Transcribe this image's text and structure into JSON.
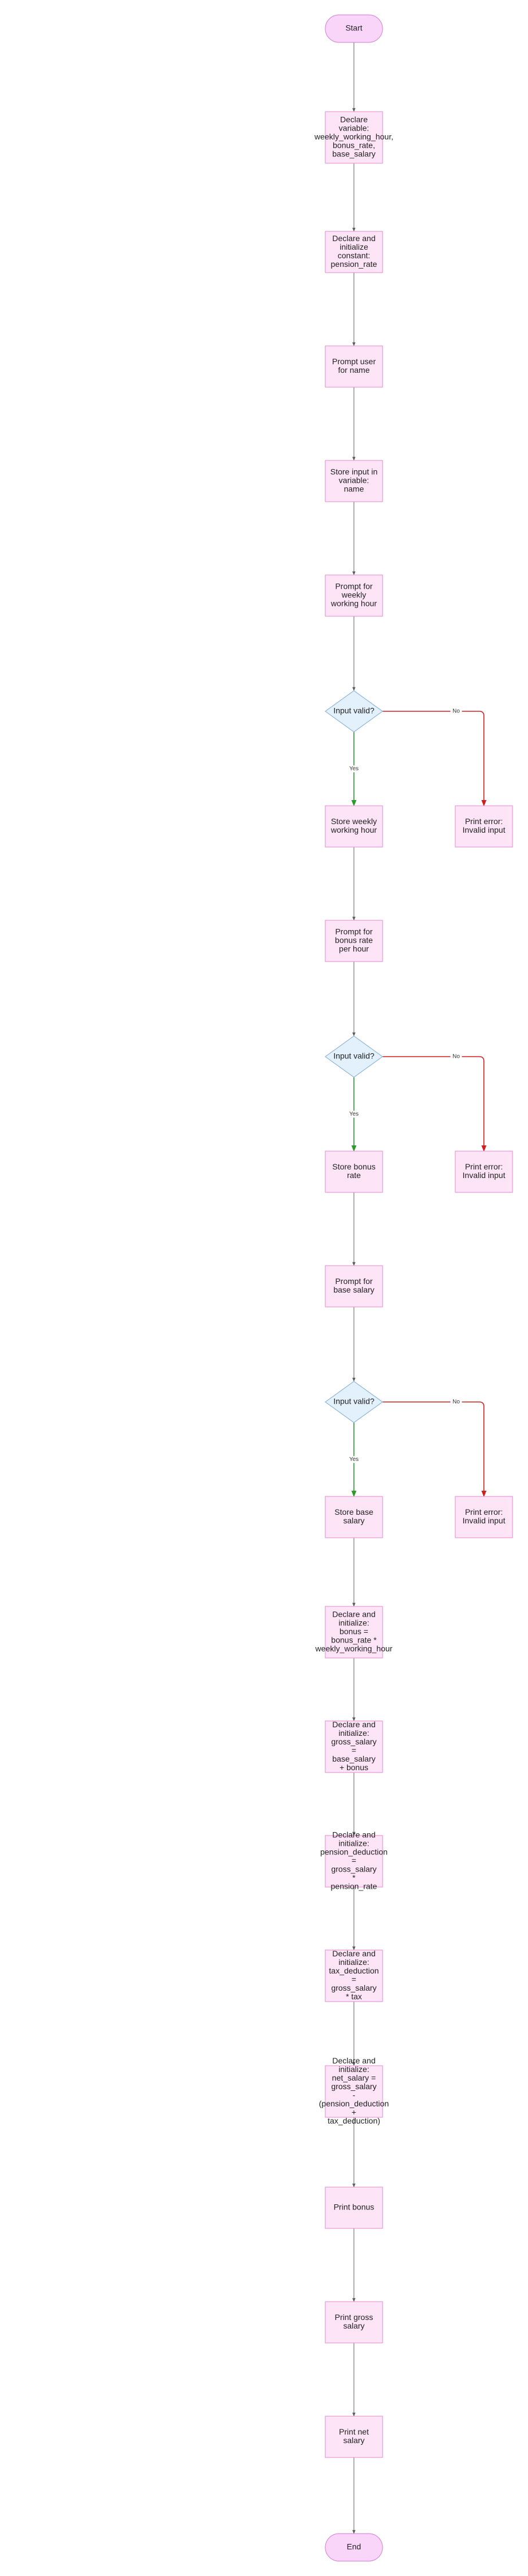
{
  "colors": {
    "terminal_fill": "#f9d6f9",
    "terminal_stroke": "#d88ed8",
    "process_fill": "#fde4f7",
    "process_stroke": "#e89ad6",
    "decision_fill": "#e3f1fc",
    "decision_stroke": "#8fb6d9",
    "edge": "#5f5f5f",
    "edge_yes": "#2e9a2e",
    "edge_no": "#d11f1f"
  },
  "nodes": [
    {
      "id": "start",
      "shape": "terminal",
      "lines": [
        "Start"
      ]
    },
    {
      "id": "declare-vars",
      "shape": "process",
      "lines": [
        "Declare",
        "variable:",
        "weekly_working_hour,",
        "bonus_rate,",
        "base_salary"
      ]
    },
    {
      "id": "declare-const",
      "shape": "process",
      "lines": [
        "Declare and",
        "initialize",
        "constant:",
        "pension_rate"
      ]
    },
    {
      "id": "prompt-name",
      "shape": "process",
      "lines": [
        "Prompt user",
        "for name"
      ]
    },
    {
      "id": "store-name",
      "shape": "process",
      "lines": [
        "Store input in",
        "variable:",
        "name"
      ]
    },
    {
      "id": "prompt-hours",
      "shape": "process",
      "lines": [
        "Prompt for",
        "weekly",
        "working hour"
      ]
    },
    {
      "id": "valid-1",
      "shape": "decision",
      "lines": [
        "Input valid?"
      ]
    },
    {
      "id": "store-hours",
      "shape": "process",
      "lines": [
        "Store weekly",
        "working hour"
      ]
    },
    {
      "id": "error-1",
      "shape": "process",
      "lines": [
        "Print error:",
        "Invalid input"
      ]
    },
    {
      "id": "prompt-bonus",
      "shape": "process",
      "lines": [
        "Prompt for",
        "bonus rate",
        "per hour"
      ]
    },
    {
      "id": "valid-2",
      "shape": "decision",
      "lines": [
        "Input valid?"
      ]
    },
    {
      "id": "store-bonus",
      "shape": "process",
      "lines": [
        "Store bonus",
        "rate"
      ]
    },
    {
      "id": "error-2",
      "shape": "process",
      "lines": [
        "Print error:",
        "Invalid input"
      ]
    },
    {
      "id": "prompt-base",
      "shape": "process",
      "lines": [
        "Prompt for",
        "base salary"
      ]
    },
    {
      "id": "valid-3",
      "shape": "decision",
      "lines": [
        "Input valid?"
      ]
    },
    {
      "id": "store-base",
      "shape": "process",
      "lines": [
        "Store base",
        "salary"
      ]
    },
    {
      "id": "error-3",
      "shape": "process",
      "lines": [
        "Print error:",
        "Invalid input"
      ]
    },
    {
      "id": "calc-bonus",
      "shape": "process",
      "lines": [
        "Declare and",
        "initialize:",
        "bonus =",
        "bonus_rate *",
        "weekly_working_hour"
      ]
    },
    {
      "id": "calc-gross",
      "shape": "process",
      "lines": [
        "Declare and",
        "initialize:",
        "gross_salary",
        "=",
        "base_salary",
        "+ bonus"
      ]
    },
    {
      "id": "calc-pension",
      "shape": "process",
      "lines": [
        "Declare and",
        "initialize:",
        "pension_deduction",
        "=",
        "gross_salary",
        "*",
        "pension_rate"
      ]
    },
    {
      "id": "calc-tax",
      "shape": "process",
      "lines": [
        "Declare and",
        "initialize:",
        "tax_deduction",
        "=",
        "gross_salary",
        "* tax"
      ]
    },
    {
      "id": "calc-net",
      "shape": "process",
      "lines": [
        "Declare and",
        "initialize:",
        "net_salary =",
        "gross_salary",
        "-",
        "(pension_deduction",
        "+",
        "tax_deduction)"
      ]
    },
    {
      "id": "print-bonus",
      "shape": "process",
      "lines": [
        "Print bonus"
      ]
    },
    {
      "id": "print-gross",
      "shape": "process",
      "lines": [
        "Print gross",
        "salary"
      ]
    },
    {
      "id": "print-net",
      "shape": "process",
      "lines": [
        "Print net",
        "salary"
      ]
    },
    {
      "id": "end",
      "shape": "terminal",
      "lines": [
        "End"
      ]
    }
  ],
  "edges": [
    {
      "from": "start",
      "to": "declare-vars",
      "kind": "normal",
      "label": ""
    },
    {
      "from": "declare-vars",
      "to": "declare-const",
      "kind": "normal",
      "label": ""
    },
    {
      "from": "declare-const",
      "to": "prompt-name",
      "kind": "normal",
      "label": ""
    },
    {
      "from": "prompt-name",
      "to": "store-name",
      "kind": "normal",
      "label": ""
    },
    {
      "from": "store-name",
      "to": "prompt-hours",
      "kind": "normal",
      "label": ""
    },
    {
      "from": "prompt-hours",
      "to": "valid-1",
      "kind": "normal",
      "label": ""
    },
    {
      "from": "valid-1",
      "to": "store-hours",
      "kind": "yes",
      "label": "Yes"
    },
    {
      "from": "valid-1",
      "to": "error-1",
      "kind": "no",
      "label": "No"
    },
    {
      "from": "store-hours",
      "to": "prompt-bonus",
      "kind": "normal",
      "label": ""
    },
    {
      "from": "prompt-bonus",
      "to": "valid-2",
      "kind": "normal",
      "label": ""
    },
    {
      "from": "valid-2",
      "to": "store-bonus",
      "kind": "yes",
      "label": "Yes"
    },
    {
      "from": "valid-2",
      "to": "error-2",
      "kind": "no",
      "label": "No"
    },
    {
      "from": "store-bonus",
      "to": "prompt-base",
      "kind": "normal",
      "label": ""
    },
    {
      "from": "prompt-base",
      "to": "valid-3",
      "kind": "normal",
      "label": ""
    },
    {
      "from": "valid-3",
      "to": "store-base",
      "kind": "yes",
      "label": "Yes"
    },
    {
      "from": "valid-3",
      "to": "error-3",
      "kind": "no",
      "label": "No"
    },
    {
      "from": "store-base",
      "to": "calc-bonus",
      "kind": "normal",
      "label": ""
    },
    {
      "from": "calc-bonus",
      "to": "calc-gross",
      "kind": "normal",
      "label": ""
    },
    {
      "from": "calc-gross",
      "to": "calc-pension",
      "kind": "normal",
      "label": ""
    },
    {
      "from": "calc-pension",
      "to": "calc-tax",
      "kind": "normal",
      "label": ""
    },
    {
      "from": "calc-tax",
      "to": "calc-net",
      "kind": "normal",
      "label": ""
    },
    {
      "from": "calc-net",
      "to": "print-bonus",
      "kind": "normal",
      "label": ""
    },
    {
      "from": "print-bonus",
      "to": "print-gross",
      "kind": "normal",
      "label": ""
    },
    {
      "from": "print-gross",
      "to": "print-net",
      "kind": "normal",
      "label": ""
    },
    {
      "from": "print-net",
      "to": "end",
      "kind": "normal",
      "label": ""
    }
  ]
}
